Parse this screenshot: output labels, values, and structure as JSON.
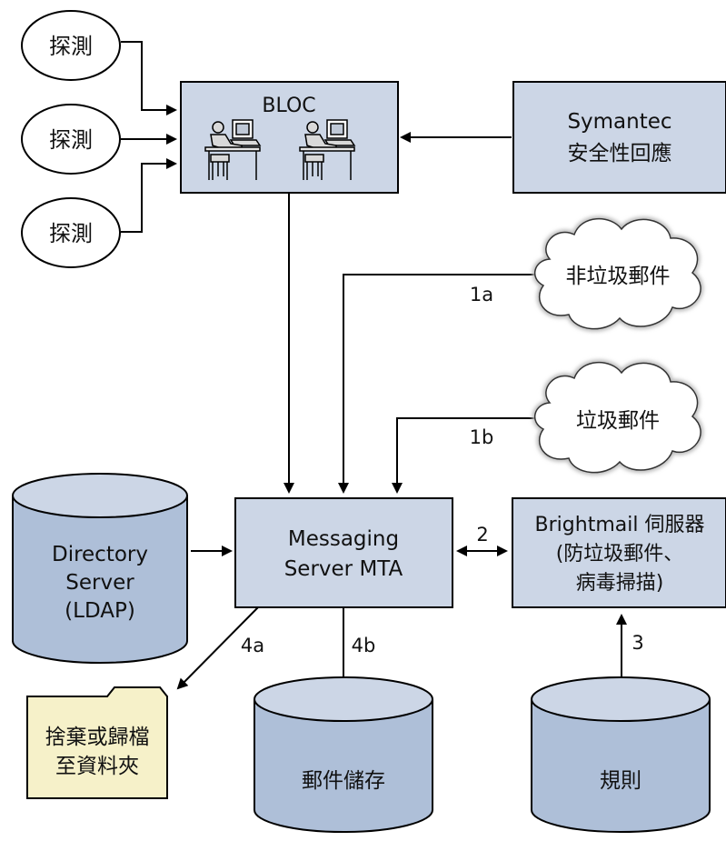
{
  "probes": [
    "探測",
    "探測",
    "探測"
  ],
  "bloc": {
    "title": "BLOC"
  },
  "symantec": {
    "line1": "Symantec",
    "line2": "安全性回應"
  },
  "clouds": {
    "ham": "非垃圾郵件",
    "spam": "垃圾郵件"
  },
  "mta": {
    "line1": "Messaging",
    "line2": "Server MTA"
  },
  "directory": {
    "line1": "Directory",
    "line2": "Server",
    "line3": "(LDAP)"
  },
  "brightmail": {
    "line1": "Brightmail 伺服器",
    "line2": "(防垃圾郵件、",
    "line3": "病毒掃描)"
  },
  "folder": {
    "line1": "捨棄或歸檔",
    "line2": "至資料夾"
  },
  "store": {
    "label": "郵件儲存"
  },
  "rules": {
    "label": "規則"
  },
  "edges": {
    "e1a": "1a",
    "e1b": "1b",
    "e2": "2",
    "e3": "3",
    "e4a": "4a",
    "e4b": "4b"
  },
  "colors": {
    "box_fill": "#ccd6e6",
    "cylinder_fill": "#aebfd8",
    "folder_fill": "#f6f1c9",
    "line": "#000000"
  }
}
